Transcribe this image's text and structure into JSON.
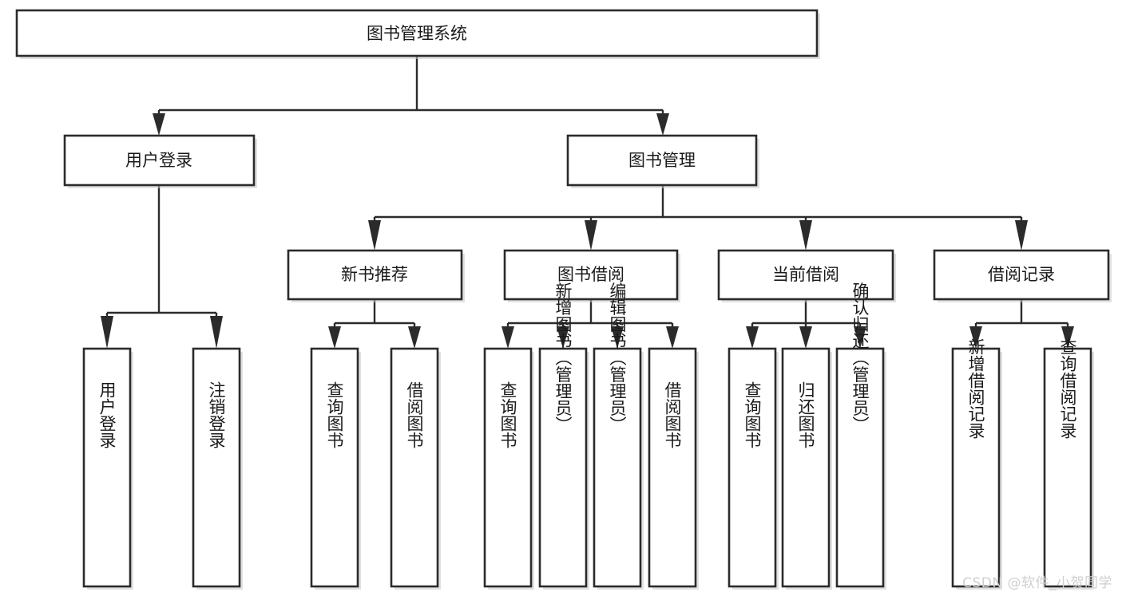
{
  "diagram": {
    "type": "tree-hierarchy",
    "title": "图书管理系统",
    "watermark": "CSDN @软件_小贺同学",
    "colors": {
      "background": "#ffffff",
      "stroke": "#2b2b2b",
      "node_fill": "#ffffff",
      "label": "#1a1a1a",
      "watermark": "#cfcfcf"
    },
    "levels": {
      "root": {
        "label": "图书管理系统",
        "orientation": "horizontal"
      },
      "level2": [
        {
          "id": "user-login",
          "label": "用户登录",
          "orientation": "horizontal"
        },
        {
          "id": "book-manage",
          "label": "图书管理",
          "orientation": "horizontal"
        }
      ],
      "level3": [
        {
          "id": "new-book-recommend",
          "label": "新书推荐",
          "parent": "book-manage",
          "orientation": "horizontal"
        },
        {
          "id": "book-borrow",
          "label": "图书借阅",
          "parent": "book-manage",
          "orientation": "horizontal"
        },
        {
          "id": "current-borrow",
          "label": "当前借阅",
          "parent": "book-manage",
          "orientation": "horizontal"
        },
        {
          "id": "borrow-record",
          "label": "借阅记录",
          "parent": "book-manage",
          "orientation": "horizontal"
        }
      ],
      "leaves": [
        {
          "id": "leaf-user-login",
          "label": "用户登录",
          "parent": "user-login",
          "orientation": "vertical"
        },
        {
          "id": "leaf-logout-login",
          "label": "注销登录",
          "parent": "user-login",
          "orientation": "vertical"
        },
        {
          "id": "leaf-query-book-1",
          "label": "查询图书",
          "parent": "new-book-recommend",
          "orientation": "vertical"
        },
        {
          "id": "leaf-borrow-book-1",
          "label": "借阅图书",
          "parent": "new-book-recommend",
          "orientation": "vertical"
        },
        {
          "id": "leaf-query-book-2",
          "label": "查询图书",
          "parent": "book-borrow",
          "orientation": "vertical"
        },
        {
          "id": "leaf-add-book",
          "label": "新增图书（管理员）",
          "parent": "book-borrow",
          "orientation": "vertical"
        },
        {
          "id": "leaf-edit-book",
          "label": "编辑图书（管理员）",
          "parent": "book-borrow",
          "orientation": "vertical"
        },
        {
          "id": "leaf-borrow-book-2",
          "label": "借阅图书",
          "parent": "book-borrow",
          "orientation": "vertical"
        },
        {
          "id": "leaf-query-book-3",
          "label": "查询图书",
          "parent": "current-borrow",
          "orientation": "vertical"
        },
        {
          "id": "leaf-return-book",
          "label": "归还图书",
          "parent": "current-borrow",
          "orientation": "vertical"
        },
        {
          "id": "leaf-confirm-return",
          "label": "确认归还（管理员）",
          "parent": "current-borrow",
          "orientation": "vertical"
        },
        {
          "id": "leaf-add-record",
          "label": "新增借阅记录",
          "parent": "borrow-record",
          "orientation": "vertical"
        },
        {
          "id": "leaf-query-record",
          "label": "查询借阅记录",
          "parent": "borrow-record",
          "orientation": "vertical"
        }
      ]
    }
  }
}
